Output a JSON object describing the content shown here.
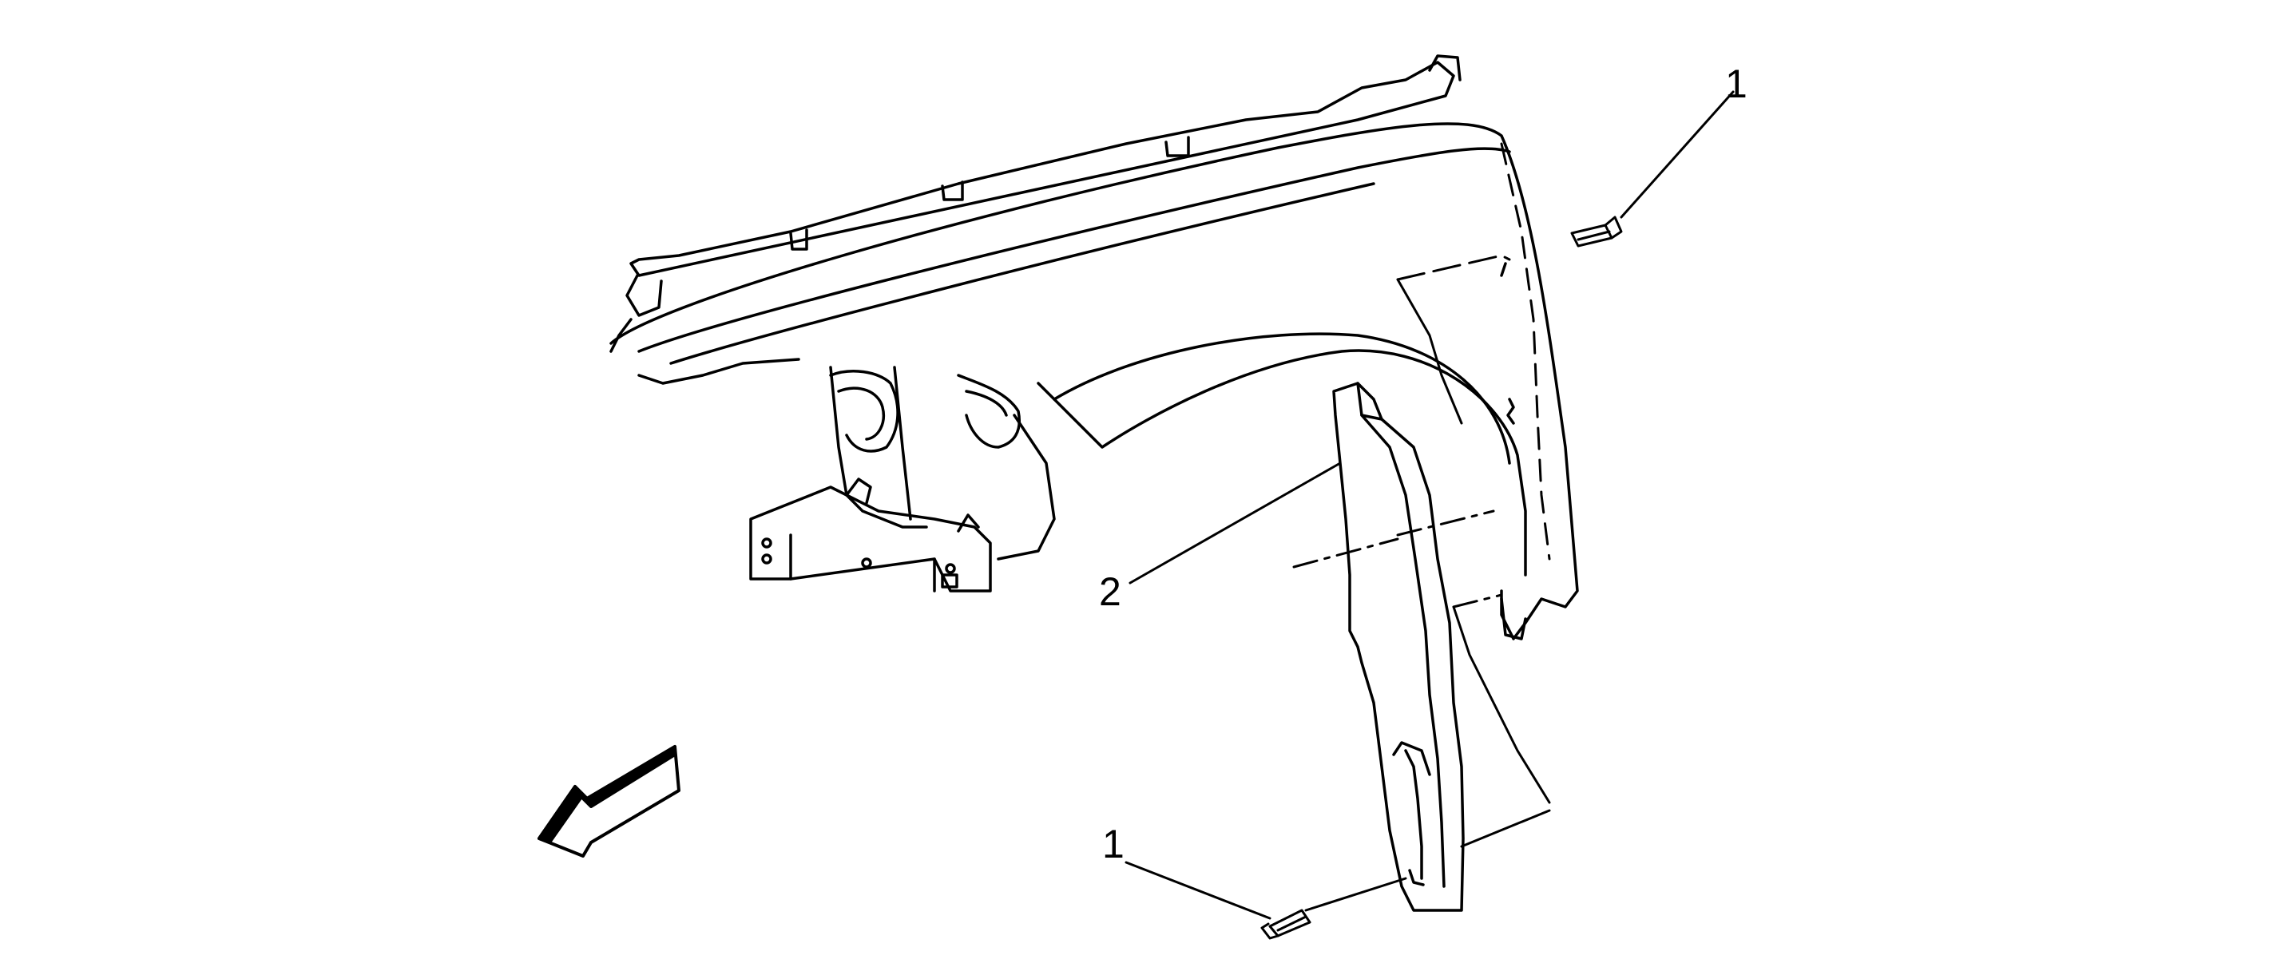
{
  "diagram": {
    "type": "exploded-parts-illustration",
    "line_color": "#000000",
    "background_color": "#ffffff",
    "callouts": [
      {
        "id": "callout-1-top",
        "label": "1"
      },
      {
        "id": "callout-2",
        "label": "2"
      },
      {
        "id": "callout-1-bottom",
        "label": "1"
      }
    ],
    "icons": {
      "fender": "fender-panel-icon",
      "liner": "fender-liner-icon",
      "fastener": "push-pin-fastener-icon",
      "direction": "forward-direction-arrow-icon"
    }
  }
}
